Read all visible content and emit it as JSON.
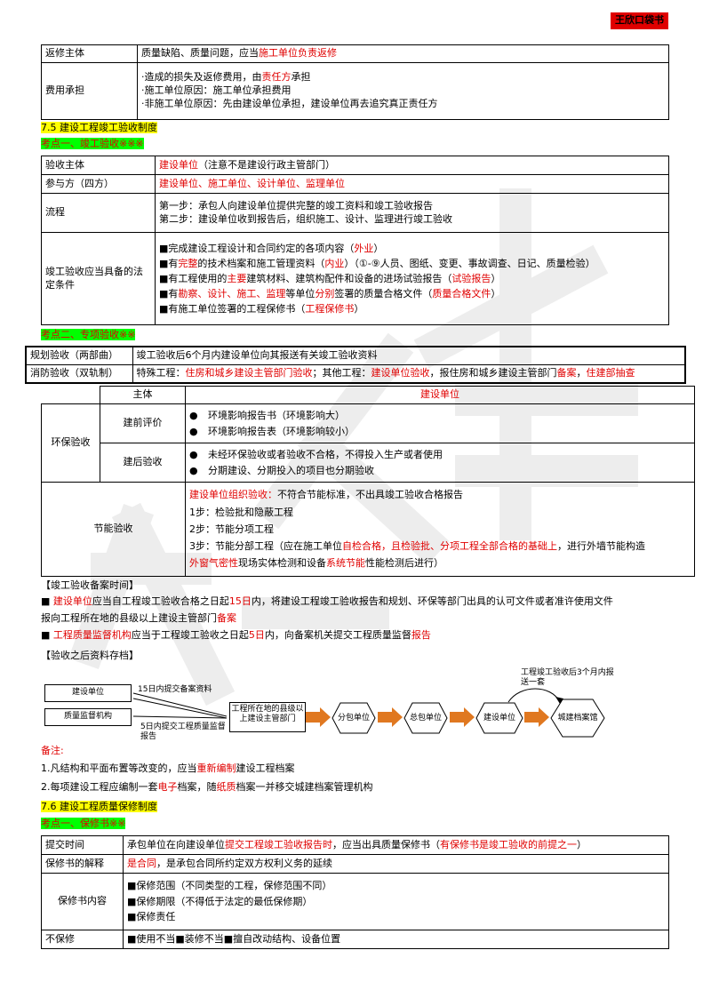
{
  "badge": "王欣口袋书",
  "warranty": {
    "rows": [
      {
        "head": "返修主体",
        "lines": [
          [
            {
              "t": "质量缺陷、质量问题，应当"
            },
            {
              "t": "施工单位负责返修",
              "c": "red"
            }
          ]
        ]
      },
      {
        "head": "费用承担",
        "lines": [
          [
            {
              "t": "·造成的损失及返修费用，由"
            },
            {
              "t": "责任方",
              "c": "red"
            },
            {
              "t": "承担"
            }
          ],
          [
            {
              "t": "·施工单位原因：施工单位承担费用"
            }
          ],
          [
            {
              "t": "·非施工单位原因：先由建设单位承担，建设单位再去追究真正责任方"
            }
          ]
        ]
      }
    ]
  },
  "sec75": {
    "title": "7.5   建设工程竣工验收制度",
    "point1": "考点一、竣工验收※※※"
  },
  "acceptance": {
    "rows": [
      {
        "head": "验收主体",
        "lines": [
          [
            {
              "t": "建设单位",
              "c": "red"
            },
            {
              "t": "（注意不是建设行政主管部门）"
            }
          ]
        ]
      },
      {
        "head": "参与方（四方）",
        "lines": [
          [
            {
              "t": "建设单位、施工单位、设计单位、监理单位",
              "c": "red"
            }
          ]
        ]
      },
      {
        "head": "流程",
        "lines": [
          [
            {
              "t": "第一步：承包人向建设单位提供完整的竣工资料和竣工验收报告"
            }
          ],
          [
            {
              "t": "第二步：建设单位收到报告后，组织施工、设计、监理进行竣工验收"
            }
          ]
        ]
      },
      {
        "head": "竣工验收应当具备的法定条件",
        "lines": [
          [
            {
              "t": "■完成建设工程设计和合同约定的各项内容（"
            },
            {
              "t": "外业",
              "c": "red"
            },
            {
              "t": "）"
            }
          ],
          [
            {
              "t": "■有"
            },
            {
              "t": "完整",
              "c": "red"
            },
            {
              "t": "的技术档案和施工管理资料（"
            },
            {
              "t": "内业",
              "c": "red"
            },
            {
              "t": "）（①-⑨人员、图纸、变更、事故调查、日记、质量检验）"
            }
          ],
          [
            {
              "t": "■有工程使用的"
            },
            {
              "t": "主要",
              "c": "red"
            },
            {
              "t": "建筑材料、建筑构配件和设备的进场试验报告（"
            },
            {
              "t": "试验报告",
              "c": "red"
            },
            {
              "t": "）"
            }
          ],
          [
            {
              "t": "■有"
            },
            {
              "t": "勘察、设计、施工、监理",
              "c": "red"
            },
            {
              "t": "等单位"
            },
            {
              "t": "分别",
              "c": "red"
            },
            {
              "t": "签署的质量合格文件（"
            },
            {
              "t": "质量合格文件",
              "c": "red"
            },
            {
              "t": "）"
            }
          ],
          [
            {
              "t": "■有施工单位签署的工程保修书（"
            },
            {
              "t": "工程保修书",
              "c": "red"
            },
            {
              "t": "）"
            }
          ]
        ]
      }
    ]
  },
  "point2": "考点二、专项验收※※",
  "special": {
    "rows": [
      {
        "head": "规划验收（两部曲）",
        "lines": [
          [
            {
              "t": "竣工验收后6个月内建设单位向其报送有关竣工验收资料"
            }
          ]
        ]
      },
      {
        "head": "消防验收（双轨制）",
        "lines": [
          [
            {
              "t": "特殊工程："
            },
            {
              "t": "住房和城乡建设主管部门验收",
              "c": "red"
            },
            {
              "t": "；其他工程："
            },
            {
              "t": "建设单位验收",
              "c": "red"
            },
            {
              "t": "，报住房和城乡建设主管部门"
            },
            {
              "t": "备案",
              "c": "red"
            },
            {
              "t": "，"
            },
            {
              "t": "住建部抽查",
              "c": "red"
            }
          ]
        ]
      }
    ]
  },
  "env": {
    "col_head": "主体",
    "col_value": "建设单位",
    "name": "环保验收",
    "pre_label": "建前评价",
    "pre_items": [
      "环境影响报告书（环境影响大）",
      "环境影响报告表（环境影响较小）"
    ],
    "post_label": "建后验收",
    "post_items": [
      "未经环保验收或者验收不合格，不得投入生产或者使用",
      "分期建设、分期投入的项目也分期验收"
    ]
  },
  "energy": {
    "name": "节能验收",
    "lines": [
      [
        {
          "t": "建设单位组织验收：",
          "c": "red"
        },
        {
          "t": "不符合节能标准，不出具竣工验收合格报告"
        }
      ],
      [
        {
          "t": "1步：检验批和隐蔽工程"
        }
      ],
      [
        {
          "t": "2步：节能分项工程"
        }
      ],
      [
        {
          "t": "3步：节能分部工程（应在施工单位"
        },
        {
          "t": "自检合格，且检验批、分项工程全部合格的基础上",
          "c": "red"
        },
        {
          "t": "，进行外墙节能构造"
        }
      ],
      [
        {
          "t": "外窗气密性",
          "c": "red"
        },
        {
          "t": "现场实体检测和设备"
        },
        {
          "t": "系统节能",
          "c": "red"
        },
        {
          "t": "性能检测后进行）"
        }
      ]
    ]
  },
  "filing": {
    "title": "【竣工验收备案时间】",
    "lines": [
      [
        {
          "t": "■  "
        },
        {
          "t": "建设单位",
          "c": "red"
        },
        {
          "t": "应当自工程竣工验收合格之日起"
        },
        {
          "t": "15日",
          "c": "red"
        },
        {
          "t": "内，将建设工程竣工验收报告和规划、环保等部门出具的认可文件或者准许使用文件"
        }
      ],
      [
        {
          "t": "报向工程所在地的县级以上建设主管部门"
        },
        {
          "t": "备案",
          "c": "red"
        }
      ],
      [
        {
          "t": "■  "
        },
        {
          "t": "工程质量监督机构",
          "c": "red"
        },
        {
          "t": "应当于工程竣工验收之日起"
        },
        {
          "t": "5日",
          "c": "red"
        },
        {
          "t": "内，向备案机关提交工程质量监督"
        },
        {
          "t": "报告",
          "c": "red"
        }
      ]
    ]
  },
  "archive": {
    "title": "【验收之后资料存档】",
    "box_build": "建设单位",
    "box_super": "质量监督机构",
    "label_15": "15日内提交备案资料",
    "label_5": "5日内提交工程质量监督报告",
    "box_gov": "工程所在地的县级以上建设主管部门",
    "top_note": "工程竣工验收后3个月内报送一套",
    "hex": [
      "分包单位",
      "总包单位",
      "建设单位",
      "城建档案馆"
    ]
  },
  "notes": {
    "title": "备注:",
    "lines": [
      [
        {
          "t": "1.凡结构和平面布置等改变的，应当"
        },
        {
          "t": "重新编制",
          "c": "red"
        },
        {
          "t": "建设工程档案"
        }
      ],
      [
        {
          "t": "2.每项建设工程应编制一套"
        },
        {
          "t": "电子",
          "c": "red"
        },
        {
          "t": "档案，随"
        },
        {
          "t": "纸质",
          "c": "red"
        },
        {
          "t": "档案一并移交城建档案管理机构"
        }
      ]
    ]
  },
  "sec76": {
    "title": "7.6   建设工程质量保修制度",
    "point1": "考点一、保修书※※"
  },
  "guarantee": {
    "rows": [
      {
        "head": "提交时间",
        "lines": [
          [
            {
              "t": "承包单位在向建设单位"
            },
            {
              "t": "提交工程竣工验收报告时",
              "c": "red"
            },
            {
              "t": "，应当出具质量保修书（"
            },
            {
              "t": "有保修书是竣工验收的前提之一",
              "c": "red"
            },
            {
              "t": "）"
            }
          ]
        ]
      },
      {
        "head": "保修书的解释",
        "lines": [
          [
            {
              "t": "是合同",
              "c": "red"
            },
            {
              "t": "，是承包合同所约定双方权利义务的延续"
            }
          ]
        ]
      },
      {
        "head": "保修书内容",
        "lines": [
          [
            {
              "t": "■保修范围（不同类型的工程，保修范围不同）"
            }
          ],
          [
            {
              "t": "■保修期限（不得低于法定的最低保修期）"
            }
          ],
          [
            {
              "t": "■保修责任"
            }
          ]
        ]
      },
      {
        "head": "不保修",
        "lines": [
          [
            {
              "t": "■使用不当■装修不当■擅自改动结构、设备位置"
            }
          ]
        ]
      }
    ]
  },
  "colors": {
    "red": "#e00000",
    "yellow": "#ffff00",
    "green": "#00ff00"
  }
}
